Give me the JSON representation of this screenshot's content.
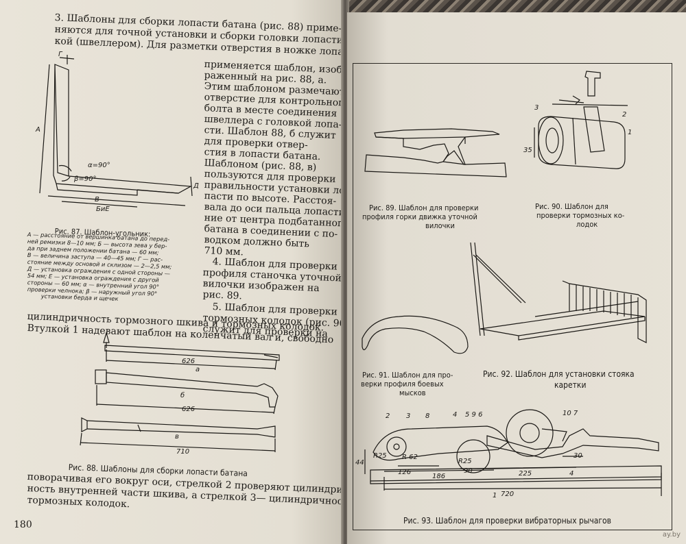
{
  "left_page": {
    "section3": [
      "3. Шаблоны для сборки лопасти батана (рис. 88) приме-",
      "няются для точной установки и сборки головки лопасти с нож-",
      "кой (швеллером). Для разметки отверстия в ножке лопасти"
    ],
    "section3_right": [
      "применяется шаблон, изоб-",
      "раженный на рис. 88, а.",
      "Этим шаблоном размечают",
      "отверстие для контрольного",
      "болта в месте соединения",
      "швеллера с головкой лопа-",
      "сти. Шаблон 88, б служит",
      "для проверки отвер-",
      "стия в лопасти батана.",
      "Шаблоном (рис. 88, в)",
      "пользуются для проверки",
      "правильности установки ло-",
      "пасти по высоте. Расстоя-",
      "вала до оси пальца лопасти",
      "ние от центра подбатанного",
      "батана в соединении с по-",
      "водком должно быть",
      "710 мм."
    ],
    "section4": [
      "4. Шаблон для проверки",
      "профиля станочка уточной",
      "вилочки изображен на",
      "рис. 89."
    ],
    "section5": [
      "5. Шаблон для проверки",
      "тормозных колодок (рис. 90)",
      "служит для проверки на"
    ],
    "continuation": [
      "цилиндричность тормозного шкива и тормозных колодок.",
      "Втулкой 1 надевают шаблон на коленчатый вал и, свободно"
    ],
    "bottom_text": [
      "поворачивая его вокруг оси, стрелкой 2 проверяют цилиндрич-",
      "ность внутренней части шкива, а стрелкой 3— цилиндричность",
      "тормозных колодок."
    ],
    "fig87": {
      "caption": "Рис. 87. Шаблон-угольник:",
      "legend": [
        "А — расстояние от вершинка батана до перед-",
        "ней ремизки 8—10 мм; Б — высота зева у бер-",
        "да при заднем положении батана — 60 мм;",
        "В — величина заступа — 40—45 мм; Г — рас-",
        "стояние между основой и склизом — 2—2,5 мм;",
        "Д — установка ограждения с одной стороны —",
        "54 мм; Е — установка ограждения с другой",
        "стороны — 60 мм; α — внутренний угол 90°",
        "проверки челнока; β — наружный угол 90°",
        "установки берда и щечек"
      ],
      "labels": {
        "g": "Г",
        "d": "Д",
        "a": "А",
        "v": "В",
        "b_e": "БиЕ",
        "alpha": "α=90°",
        "beta": "β=90°"
      }
    },
    "fig88": {
      "caption": "Рис. 88. Шаблоны для сборки лопасти батана",
      "dims": {
        "a": "626",
        "b": "626",
        "v": "710"
      },
      "letters": {
        "a": "а",
        "b": "б",
        "v": "в"
      }
    },
    "page_number": "180"
  },
  "right_page": {
    "fig89": {
      "caption": [
        "Рис. 89. Шаблон для проверки",
        "профиля горки движка уточной",
        "вилочки"
      ]
    },
    "fig90": {
      "caption": [
        "Рис. 90. Шаблон для",
        "проверки тормозных ко-",
        "лодок"
      ],
      "labels": {
        "n1": "1",
        "n2": "2",
        "n3": "3",
        "d35": "35"
      }
    },
    "fig91": {
      "caption": [
        "Рис. 91. Шаблон для про-",
        "верки профиля боевых",
        "мысков"
      ]
    },
    "fig92": {
      "caption": [
        "Рис. 92. Шаблон для установки стояка",
        "каретки"
      ]
    },
    "fig93": {
      "caption": "Рис. 93. Шаблон для проверки вибраторных рычагов",
      "labels": [
        "2",
        "3",
        "8",
        "4",
        "5 9 6",
        "10 7",
        "1"
      ],
      "dims": {
        "r25": "R25",
        "r62": "R 62",
        "d126": "126",
        "d186": "186",
        "d90": "90",
        "d225": "225",
        "d720": "720",
        "d30": "30",
        "d44": "44",
        "d4": "4",
        "r25b": "R25"
      }
    }
  },
  "watermark": "ay.by"
}
